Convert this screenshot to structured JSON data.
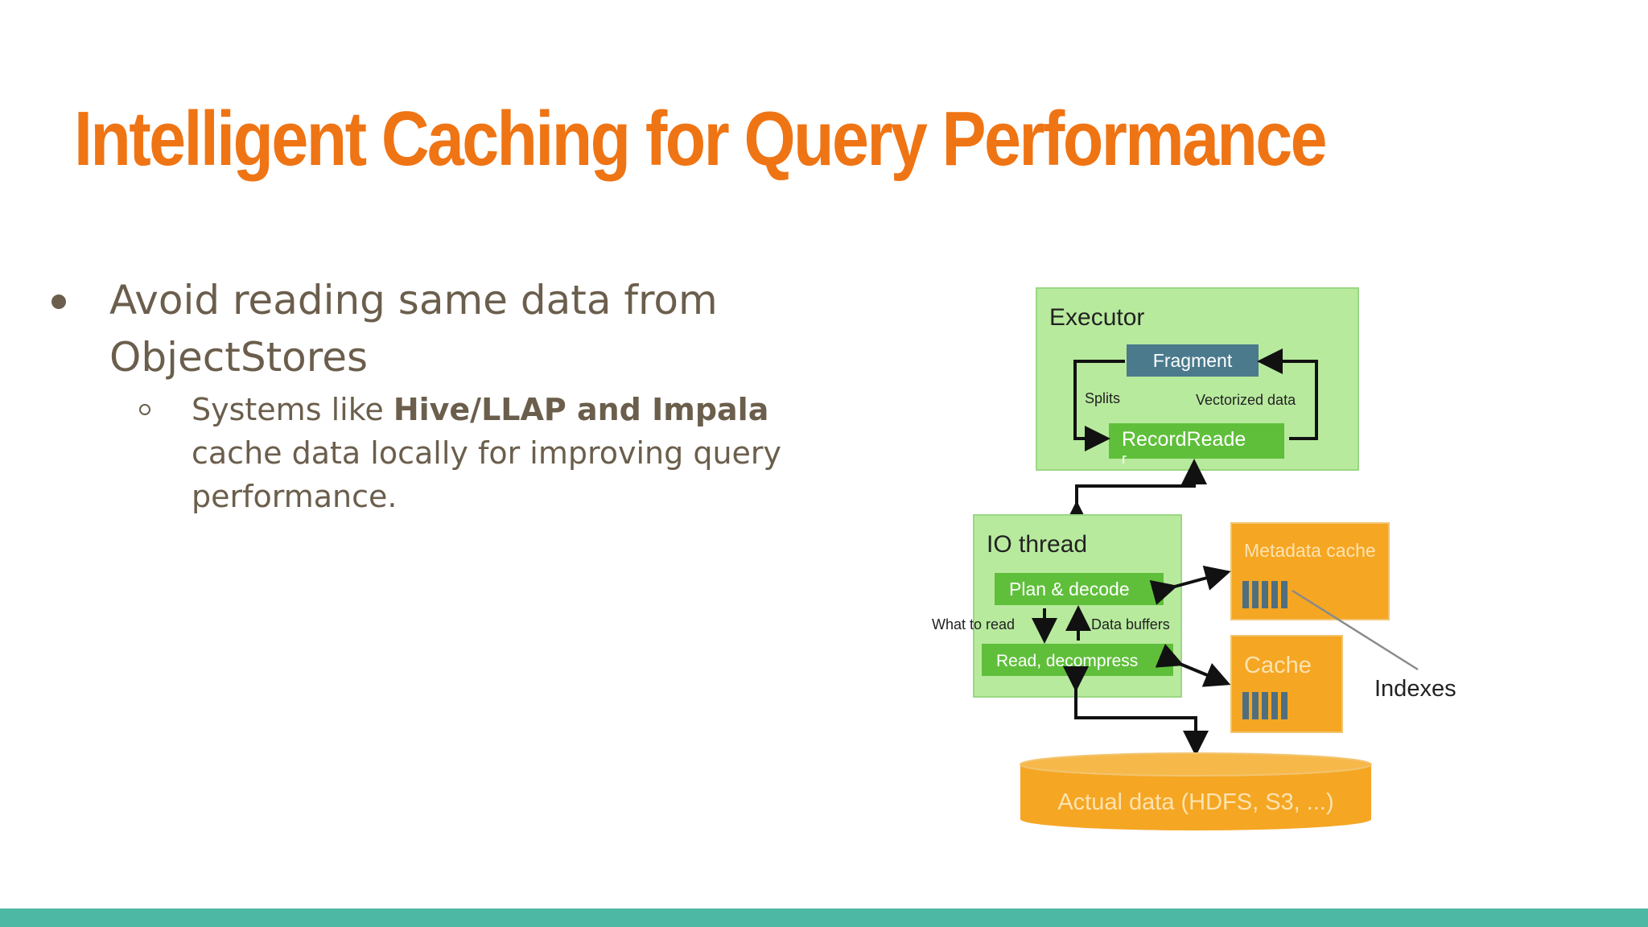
{
  "slide": {
    "title": "Intelligent Caching for Query Performance",
    "bullet": "Avoid reading same data from ObjectStores",
    "sub_bullet": {
      "prefix": "Systems like ",
      "emphasis": "Hive/LLAP and Impala",
      "suffix": " cache data locally for improving query performance."
    }
  },
  "diagram": {
    "executor": {
      "label": "Executor",
      "fragment": "Fragment",
      "record_reader_line1": "RecordReade",
      "record_reader_line2": "r",
      "splits": "Splits",
      "vectorized": "Vectorized data"
    },
    "io_thread": {
      "label": "IO thread",
      "plan_decode": "Plan & decode",
      "read_decompress": "Read, decompress",
      "what_to_read": "What to read",
      "data_buffers": "Data buffers"
    },
    "metadata_cache": "Metadata cache",
    "cache": "Cache",
    "indexes": "Indexes",
    "actual_data": "Actual data (HDFS, S3, ...)"
  },
  "colors": {
    "title": "#ef7414",
    "body_text": "#6b5e4c",
    "footer": "#4db8a3",
    "light_green": "#b8ea9e",
    "dark_green": "#5fbf3a",
    "slate": "#4a7a8c",
    "orange": "#f5a623"
  }
}
